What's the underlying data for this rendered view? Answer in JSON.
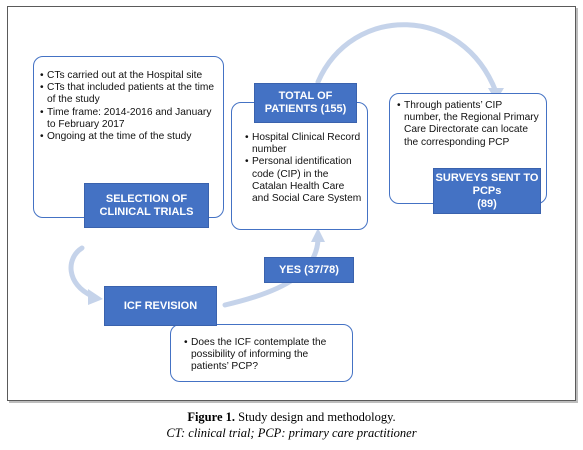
{
  "selection": {
    "bullets": [
      "CTs carried out at the Hospital  site",
      "CTs that included patients at the time of the study",
      "Time frame: 2014-2016 and January to February 2017",
      "Ongoing at the time of the study"
    ],
    "title": "SELECTION OF CLINICAL TRIALS"
  },
  "patients": {
    "title": "TOTAL OF PATIENTS (155)",
    "bullets": [
      "Hospital  Clinical Record number",
      "Personal identification code (CIP) in the Catalan Health Care and Social Care System"
    ]
  },
  "surveys": {
    "bullets": [
      "Through patients’ CIP number, the Regional Primary Care Directorate can locate the corresponding PCP"
    ],
    "title": "SURVEYS SENT TO PCPs",
    "count": "(89)"
  },
  "icf": {
    "title": "ICF REVISION",
    "bullets": [
      "Does the ICF contemplate the possibility of informing the patients’ PCP?"
    ]
  },
  "yes_label": "YES (37/78)",
  "caption": {
    "label": "Figure 1.",
    "text": " Study design and methodology.",
    "subtitle": "CT: clinical trial; PCP: primary care practitioner"
  },
  "colors": {
    "box_fill": "#4472c4",
    "box_border": "#4472c4",
    "arrow": "#c5d3ea"
  }
}
